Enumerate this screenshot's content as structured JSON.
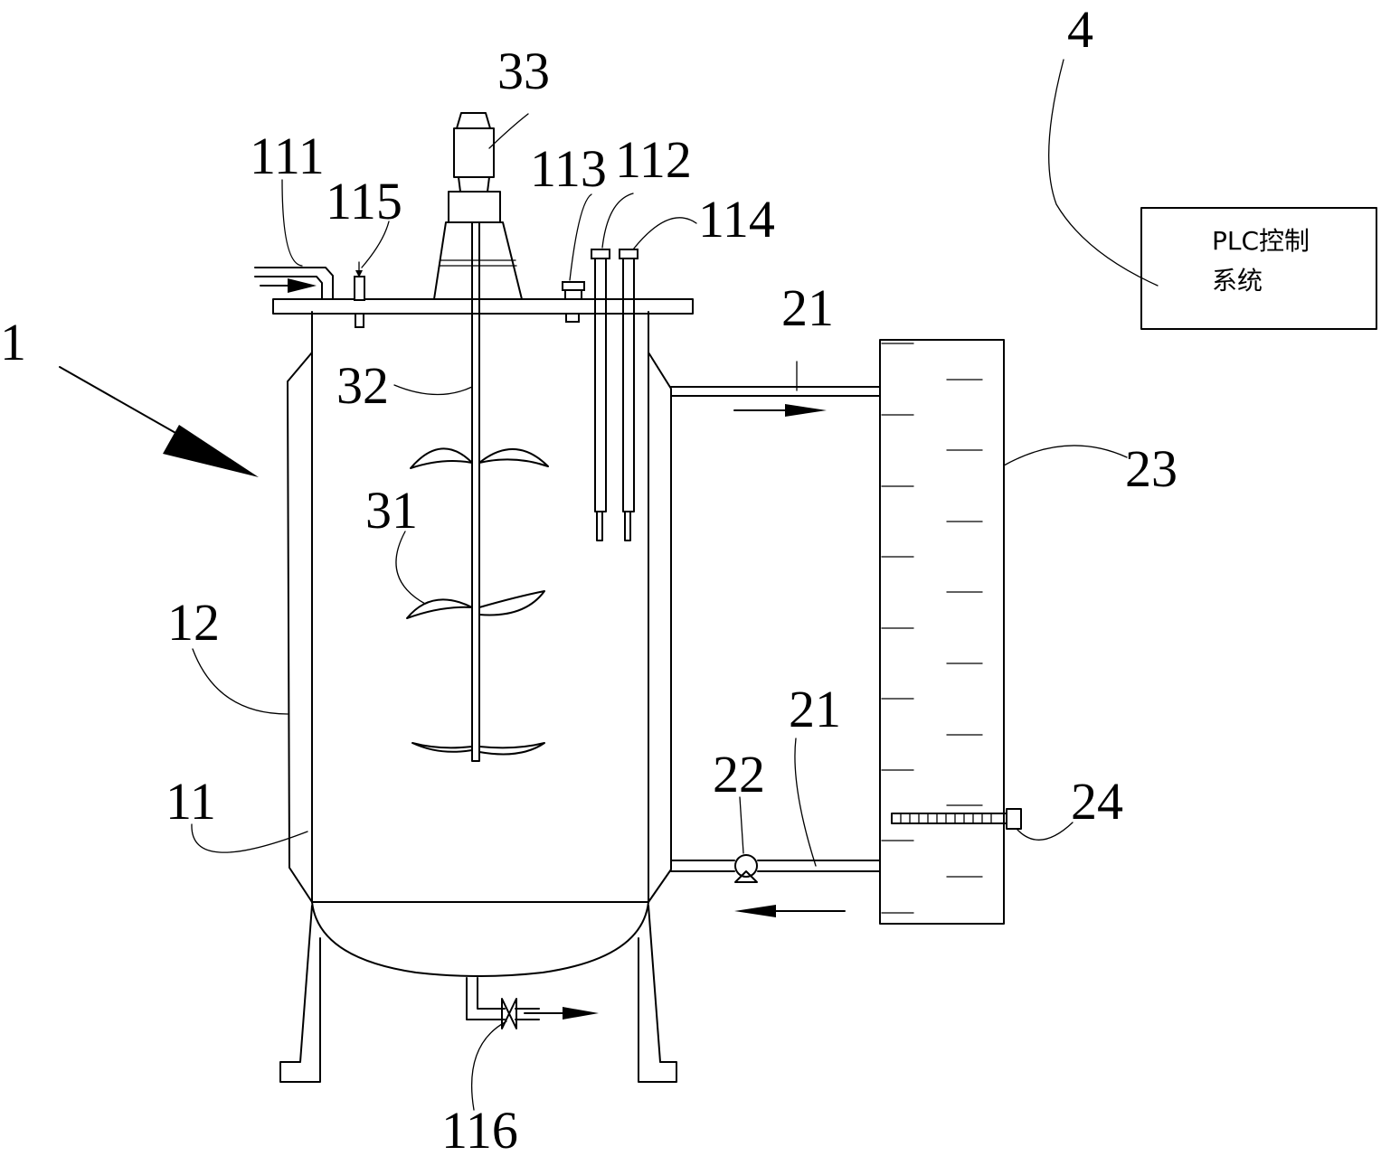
{
  "labels": {
    "tank": "1",
    "inner_vessel": "11",
    "jacket": "12",
    "feed_inlet": "111",
    "probe_a": "112",
    "probe_b": "113",
    "probe_c": "114",
    "port_115": "115",
    "discharge_valve": "116",
    "impeller": "31",
    "shaft": "32",
    "motor": "33",
    "pipe_top": "21",
    "pipe_bottom": "21",
    "pump": "22",
    "cooling_tank": "23",
    "heater": "24",
    "plc": "4"
  },
  "plc_box": {
    "line1": "PLC控制",
    "line2": "系统"
  }
}
